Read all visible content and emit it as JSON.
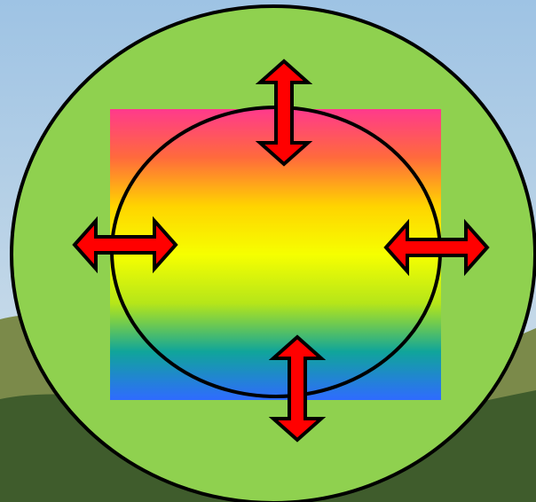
{
  "colors": {
    "sky_top": "#9ec3e4",
    "sky_bottom": "#d9e4ea",
    "hill_dark": "#3f5c2c",
    "hill_light": "#7b8a4a",
    "outer_circle_fill": "#8fd14f",
    "outline": "#000000",
    "arrow_fill": "#ff0000",
    "gradient_stops": [
      "#ff3a8c",
      "#ff6a3c",
      "#ffd400",
      "#f6ff00",
      "#b6e619",
      "#10a59a",
      "#2f6bff"
    ]
  },
  "arrows": [
    {
      "name": "arrow-up-down-top",
      "direction": "vertical"
    },
    {
      "name": "arrow-left-right-left",
      "direction": "horizontal"
    },
    {
      "name": "arrow-left-right-right",
      "direction": "horizontal"
    },
    {
      "name": "arrow-up-down-bottom",
      "direction": "vertical"
    }
  ],
  "icons": {
    "vertical_arrow": "double-headed-vertical-arrow-icon",
    "horizontal_arrow": "double-headed-horizontal-arrow-icon"
  }
}
